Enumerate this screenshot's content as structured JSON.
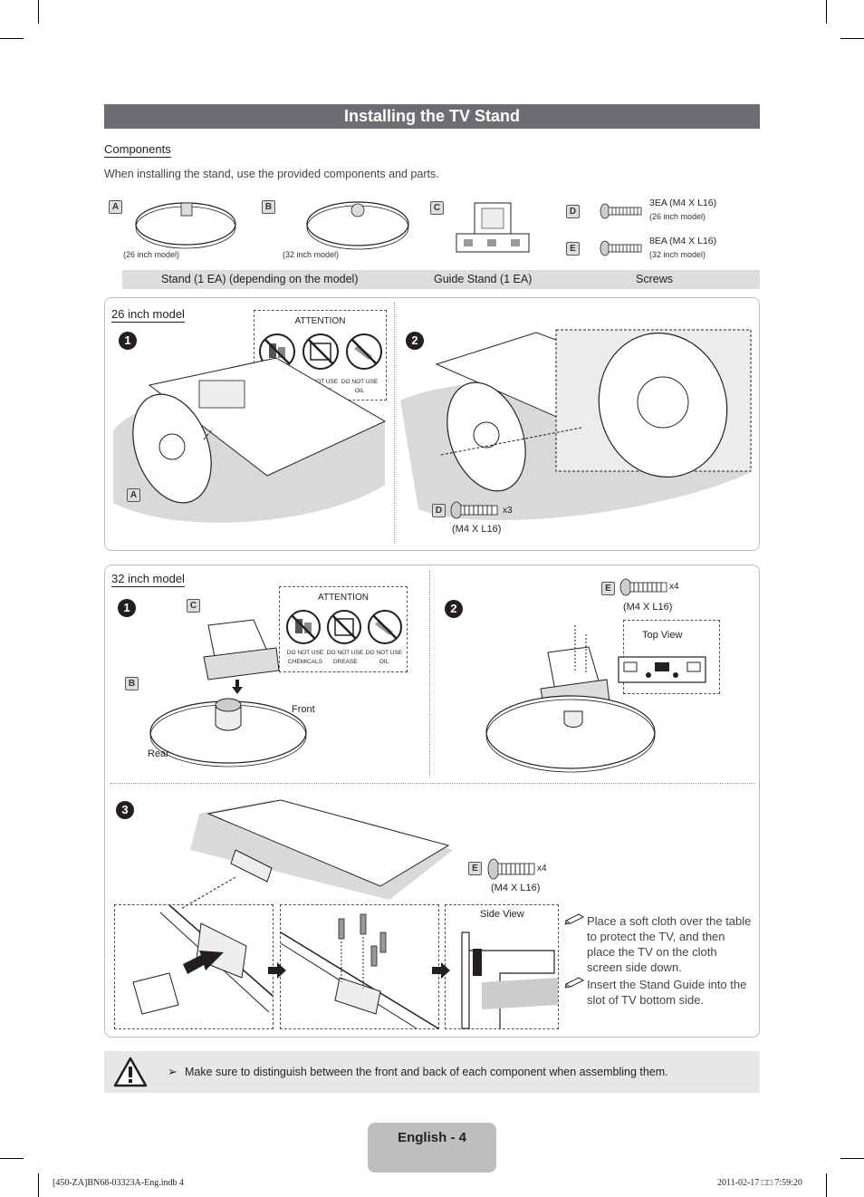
{
  "page": {
    "title": "Installing the TV Stand",
    "page_label": "English - 4",
    "print_left": "[450-ZA]BN68-03323A-Eng.indb   4",
    "print_right": "2011-02-17   □□ 7:59:20"
  },
  "components": {
    "heading": "Components",
    "intro": "When installing the stand, use the provided components and parts.",
    "items": [
      {
        "letter": "A",
        "caption": "(26 inch model)"
      },
      {
        "letter": "B",
        "caption": "(32 inch model)"
      },
      {
        "letter": "C",
        "caption": ""
      },
      {
        "letter": "D",
        "qty": "3EA (M4 X L16)",
        "caption": "(26 inch model)"
      },
      {
        "letter": "E",
        "qty": "8EA (M4 X L16)",
        "caption": "(32 inch model)"
      }
    ],
    "bar": [
      "Stand (1 EA) (depending on the model)",
      "Guide Stand (1 EA)",
      "Screws"
    ]
  },
  "attention": {
    "title": "ATTENTION",
    "labels": [
      [
        "DO NOT USE",
        "CHEMICALS"
      ],
      [
        "DO NOT USE",
        "GREASE"
      ],
      [
        "DO NOT USE",
        "OIL"
      ]
    ]
  },
  "model26": {
    "heading": "26 inch model",
    "steps": [
      "1",
      "2"
    ],
    "part_letter": "A",
    "screw_letter": "D",
    "screw_count": "x3",
    "screw_spec": "(M4 X L16)"
  },
  "model32": {
    "heading": "32 inch model",
    "steps": [
      "1",
      "2",
      "3"
    ],
    "letters": [
      "C",
      "B",
      "E",
      "E"
    ],
    "front": "Front",
    "rear": "Rear",
    "screw_count": "x4",
    "screw_spec": "(M4 X L16)",
    "top_view": "Top View",
    "side_view": "Side View",
    "notes": [
      "Place a soft cloth over the table to protect the TV, and then place the TV on the cloth screen side down.",
      "Insert the Stand Guide into the slot of TV bottom side."
    ]
  },
  "warning": {
    "arrow": "➢",
    "text": "Make sure to distinguish between the front and back of each component when assembling them."
  },
  "icons": [
    "warning-triangle-icon",
    "note-pencil-icon",
    "no-chemicals-icon",
    "no-grease-icon",
    "no-oil-icon"
  ]
}
